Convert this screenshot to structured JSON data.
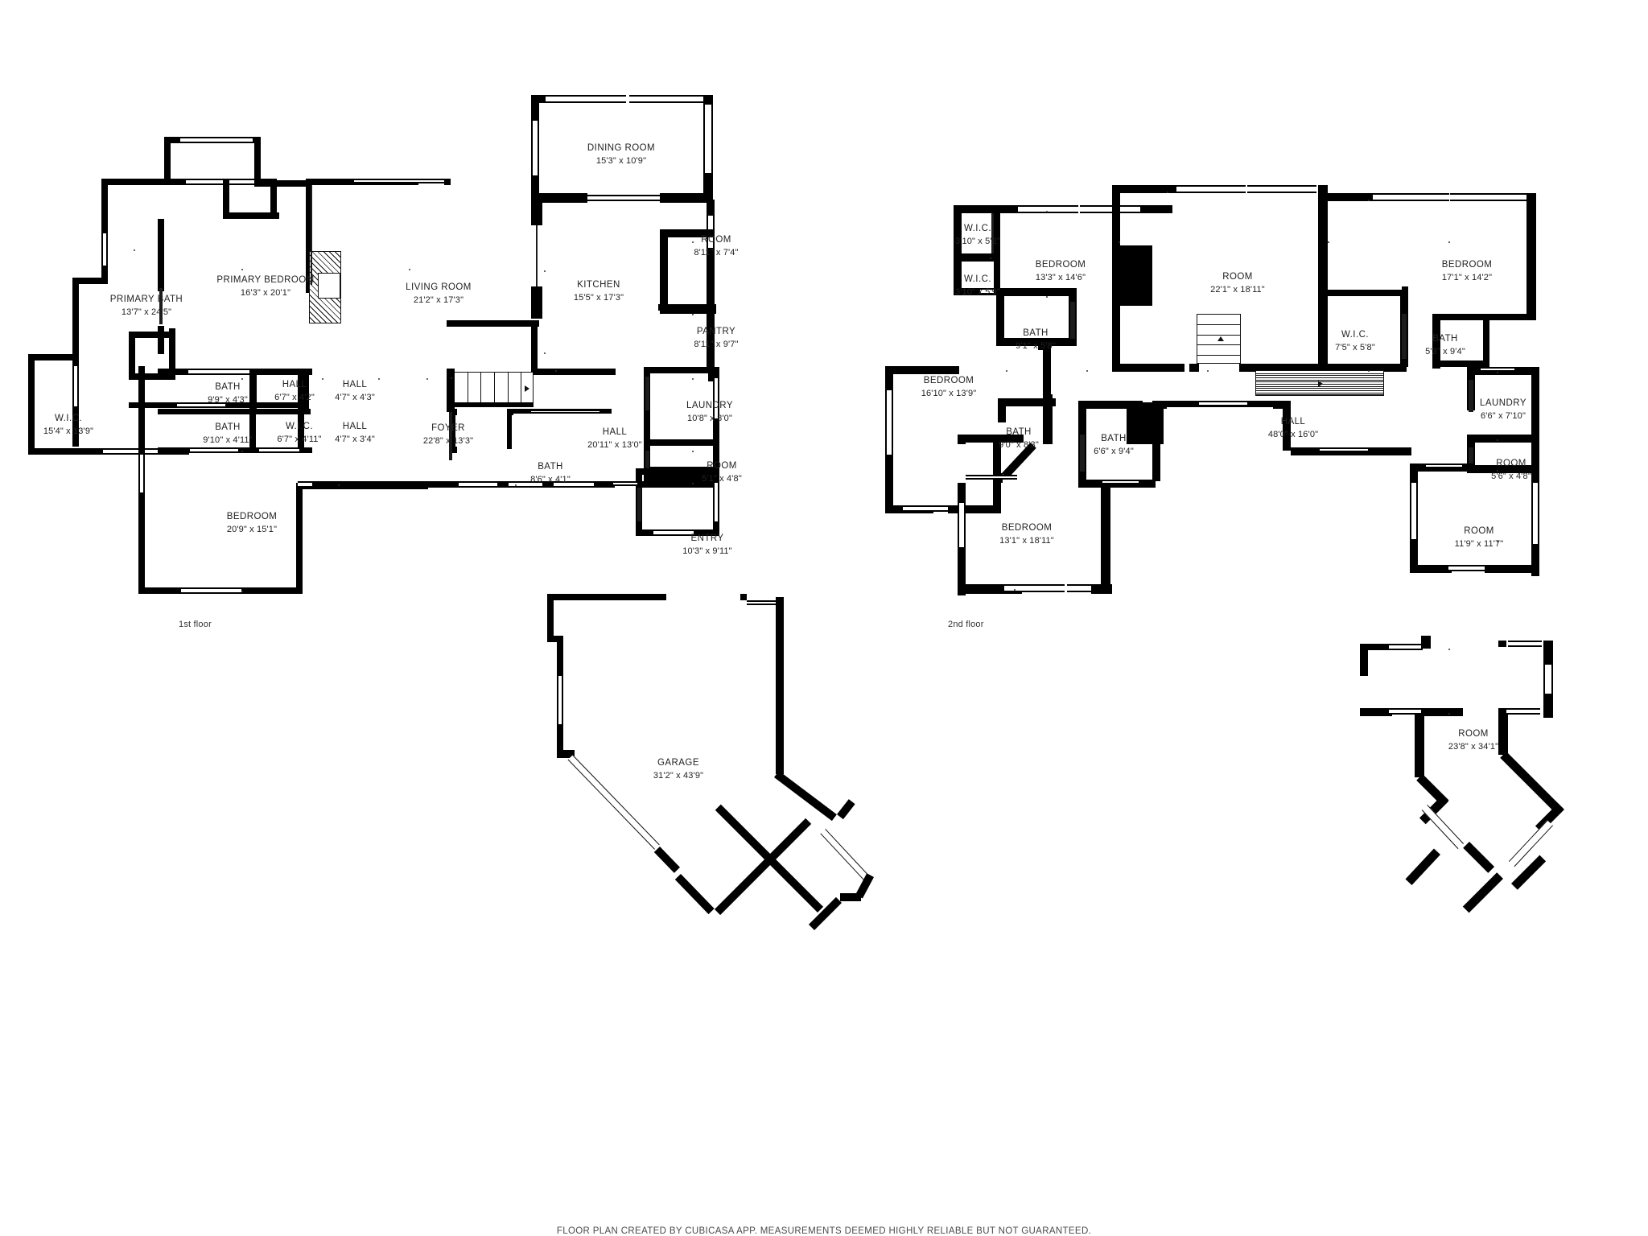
{
  "document": {
    "type": "floor-plan",
    "footer": "FLOOR PLAN CREATED BY CUBICASA APP. MEASUREMENTS DEEMED HIGHLY RELIABLE BUT NOT GUARANTEED.",
    "floors": [
      {
        "id": "floor1",
        "label": "1st floor"
      },
      {
        "id": "floor2",
        "label": "2nd floor"
      }
    ]
  },
  "floor1": {
    "label": "1st floor",
    "rooms": [
      {
        "name": "PRIMARY BATH",
        "dim": "13'7\" x 24'5\""
      },
      {
        "name": "PRIMARY BEDROOM",
        "dim": "16'3\" x 20'1\""
      },
      {
        "name": "LIVING ROOM",
        "dim": "21'2\" x 17'3\""
      },
      {
        "name": "KITCHEN",
        "dim": "15'5\" x 17'3\""
      },
      {
        "name": "DINING ROOM",
        "dim": "15'3\" x 10'9\""
      },
      {
        "name": "ROOM",
        "dim": "8'11\" x 7'4\""
      },
      {
        "name": "PANTRY",
        "dim": "8'11\" x 9'7\""
      },
      {
        "name": "LAUNDRY",
        "dim": "10'8\" x 8'0\""
      },
      {
        "name": "ROOM",
        "dim": "5'1\" x 4'8\""
      },
      {
        "name": "ENTRY",
        "dim": "10'3\" x 9'11\""
      },
      {
        "name": "HALL",
        "dim": "20'11\" x 13'0\""
      },
      {
        "name": "FOYER",
        "dim": "22'8\" x 13'3\""
      },
      {
        "name": "BATH",
        "dim": "8'6\" x 4'1\""
      },
      {
        "name": "BATH",
        "dim": "9'9\" x 4'3\""
      },
      {
        "name": "BATH",
        "dim": "9'10\" x 4'11\""
      },
      {
        "name": "HALL",
        "dim": "6'7\" x 4'2\""
      },
      {
        "name": "HALL",
        "dim": "4'7\" x 4'3\""
      },
      {
        "name": "HALL",
        "dim": "4'7\" x 3'4\""
      },
      {
        "name": "W.I.C.",
        "dim": "6'7\" x 4'11\""
      },
      {
        "name": "W.I.C.",
        "dim": "15'4\" x 13'9\""
      },
      {
        "name": "BEDROOM",
        "dim": "20'9\" x 15'1\""
      },
      {
        "name": "GARAGE",
        "dim": "31'2\" x 43'9\""
      }
    ]
  },
  "floor2": {
    "label": "2nd floor",
    "rooms": [
      {
        "name": "W.I.C.",
        "dim": "3'10\" x 5'2\""
      },
      {
        "name": "W.I.C.",
        "dim": "3'10\" x 5'9\""
      },
      {
        "name": "BEDROOM",
        "dim": "13'3\" x 14'6\""
      },
      {
        "name": "ROOM",
        "dim": "22'1\" x 18'11\""
      },
      {
        "name": "BEDROOM",
        "dim": "17'1\" x 14'2\""
      },
      {
        "name": "W.I.C.",
        "dim": "7'5\" x 5'8\""
      },
      {
        "name": "BATH",
        "dim": "5'3\" x 9'4\""
      },
      {
        "name": "BATH",
        "dim": "9'1\" x 5'8\""
      },
      {
        "name": "BEDROOM",
        "dim": "16'10\" x 13'9\""
      },
      {
        "name": "BATH",
        "dim": "9'0\" x 8'3\""
      },
      {
        "name": "BATH",
        "dim": "6'6\" x 9'4\""
      },
      {
        "name": "HALL",
        "dim": "48'0\" x 16'0\""
      },
      {
        "name": "LAUNDRY",
        "dim": "6'6\" x 7'10\""
      },
      {
        "name": "ROOM",
        "dim": "5'6\" x 4'8\""
      },
      {
        "name": "ROOM",
        "dim": "11'9\" x 11'7\""
      },
      {
        "name": "BEDROOM",
        "dim": "13'1\" x 18'11\""
      },
      {
        "name": "ROOM",
        "dim": "23'8\" x 34'1\""
      }
    ]
  }
}
